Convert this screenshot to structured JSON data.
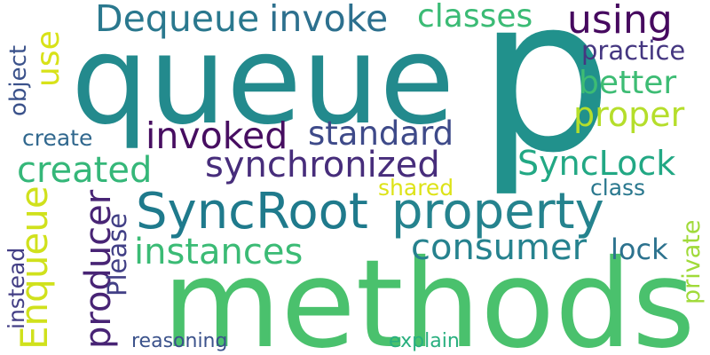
{
  "words": [
    {
      "text": "p",
      "color": "#21918c"
    },
    {
      "text": "methods",
      "color": "#4ac16d"
    },
    {
      "text": "queue",
      "color": "#238a8d"
    },
    {
      "text": "SyncRoot",
      "color": "#1f7a8c"
    },
    {
      "text": "property",
      "color": "#25838e"
    },
    {
      "text": "Dequeue",
      "color": "#2a788e"
    },
    {
      "text": "invoke",
      "color": "#2d708e"
    },
    {
      "text": "classes",
      "color": "#3bbb75"
    },
    {
      "text": "using",
      "color": "#46095f"
    },
    {
      "text": "practice",
      "color": "#453781"
    },
    {
      "text": "better",
      "color": "#3dbc74"
    },
    {
      "text": "proper",
      "color": "#b5de2b"
    },
    {
      "text": "standard",
      "color": "#3e4a89"
    },
    {
      "text": "invoked",
      "color": "#470e61"
    },
    {
      "text": "create",
      "color": "#31688e"
    },
    {
      "text": "created",
      "color": "#35b779"
    },
    {
      "text": "synchronized",
      "color": "#472d7b"
    },
    {
      "text": "SyncLock",
      "color": "#22a884"
    },
    {
      "text": "shared",
      "color": "#dde318"
    },
    {
      "text": "class",
      "color": "#2a788e"
    },
    {
      "text": "instances",
      "color": "#3bbb75"
    },
    {
      "text": "consumer",
      "color": "#26828e"
    },
    {
      "text": "lock",
      "color": "#2c728e"
    },
    {
      "text": "reasoning",
      "color": "#3b528b"
    },
    {
      "text": "explain",
      "color": "#29af7f"
    },
    {
      "text": "use",
      "color": "#d8e219"
    },
    {
      "text": "object",
      "color": "#3b528b"
    },
    {
      "text": "Enqueue",
      "color": "#d0e11c"
    },
    {
      "text": "instead",
      "color": "#433e85"
    },
    {
      "text": "producer",
      "color": "#482475"
    },
    {
      "text": "Please",
      "color": "#424086"
    },
    {
      "text": "private",
      "color": "#a0da39"
    }
  ]
}
